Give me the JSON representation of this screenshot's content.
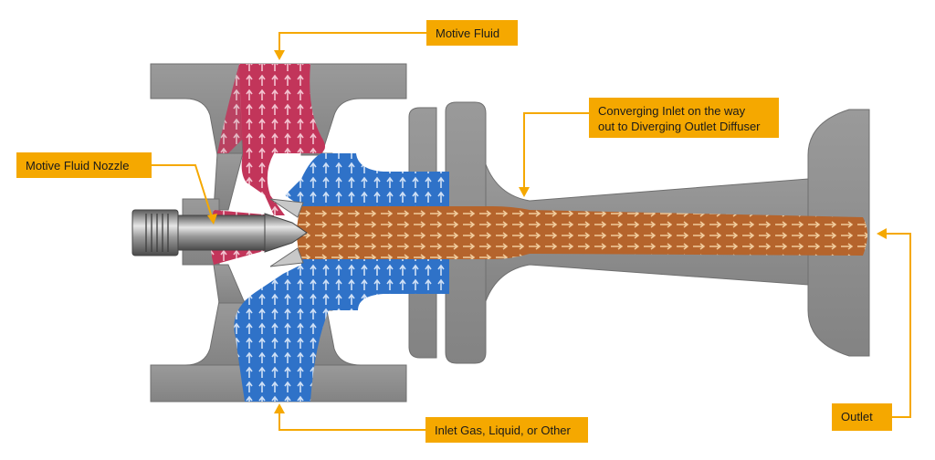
{
  "callouts": {
    "motive_fluid": "Motive Fluid",
    "motive_fluid_nozzle": "Motive Fluid Nozzle",
    "converging_line1": "Converging Inlet on the way",
    "converging_line2": "out to Diverging Outlet Diffuser",
    "inlet": "Inlet Gas, Liquid, or Other",
    "outlet": "Outlet"
  },
  "colors": {
    "callout_fill": "#f5a800",
    "leader_line": "#f5a800",
    "body_gray": "#8f8f8f",
    "motive_fluid": "#c2355a",
    "inlet_fluid": "#2f72c8",
    "mixed_flow": "#b5642c"
  },
  "icons": [
    "arrow-pattern-red",
    "arrow-pattern-blue",
    "arrow-pattern-orange",
    "nozzle-threads"
  ]
}
